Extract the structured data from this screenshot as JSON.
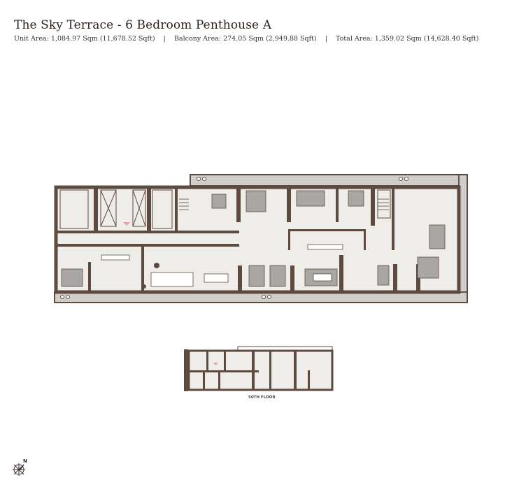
{
  "header": {
    "title": "The Sky Terrace - 6 Bedroom Penthouse A",
    "unit_area": "Unit Area: 1,084.97 Sqm (11,678.52 Sqft)",
    "balcony_area": "Balcony Area: 274.05 Sqm (2,949.88 Sqft)",
    "total_area": "Total Area: 1,359.02 Sqm (14,628.40 Sqft)",
    "separator": "|"
  },
  "key_plan": {
    "label": "50TH FLOOR"
  },
  "compass": {
    "label": "N"
  },
  "colors": {
    "wall": "#5e4b40",
    "floor": "#efedea",
    "terrace": "#c9c6c3",
    "furniture": "#a9a6a3",
    "accent": "#e8a0a0"
  }
}
